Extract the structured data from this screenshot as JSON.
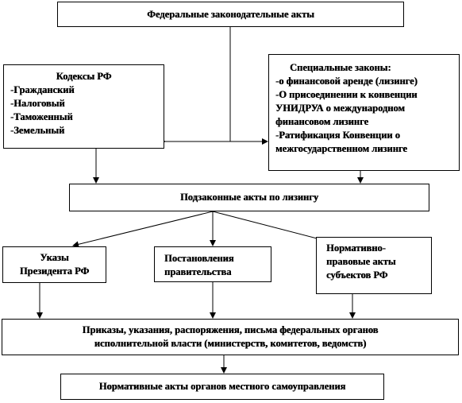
{
  "federal": {
    "title": "Федеральные законодательные акты"
  },
  "codes": {
    "title": "Кодексы РФ",
    "items": [
      "-Гражданский",
      "-Налоговый",
      "-Таможенный",
      "-Земельный"
    ]
  },
  "special": {
    "lines": [
      "Специальные законы:",
      "-о финансовой аренде (лизинге)",
      "-О присоединении к конвенции",
      "УНИДРУА о международном",
      "финансовом лизинге",
      "-Ратификация Конвенции о",
      "межгосударственном лизинге"
    ]
  },
  "bylaws": {
    "title": "Подзаконные акты по лизингу"
  },
  "decrees": {
    "lines": [
      "Указы",
      "Президента РФ"
    ]
  },
  "resolutions": {
    "lines": [
      "Постановления",
      "правительства"
    ]
  },
  "regional": {
    "lines": [
      "Нормативно-",
      "правовые акты",
      "субъектов РФ"
    ]
  },
  "orders": {
    "lines": [
      "Приказы, указания, распоряжения, письма федеральных органов",
      "исполнительной власти (министерств, комитетов, ведомств)"
    ]
  },
  "local": {
    "title": "Нормативные акты органов местного самоуправления"
  }
}
